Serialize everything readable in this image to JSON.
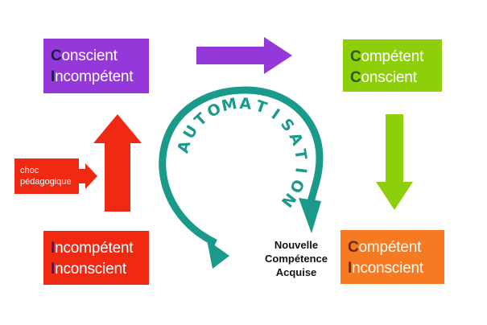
{
  "boxes": {
    "conscient_incompetent": {
      "initial1": "C",
      "rest1": "onscient",
      "initial2": "I",
      "rest2": "ncompétent",
      "color": "#9538d9"
    },
    "competent_conscient": {
      "initial1": "C",
      "rest1": "ompétent",
      "initial2": "C",
      "rest2": "onscient",
      "color": "#8ccf0a"
    },
    "incompetent_inconscient": {
      "initial1": "I",
      "rest1": "ncompétent",
      "initial2": "I",
      "rest2": "nconscient",
      "color": "#f02a12"
    },
    "competent_inconscient": {
      "initial1": "C",
      "rest1": "ompétent",
      "initial2": "I",
      "rest2": "nconscient",
      "color": "#f57a22"
    }
  },
  "choc": {
    "line1": "choc",
    "line2": "pédagogique"
  },
  "acquise": {
    "line1": "Nouvelle",
    "line2": "Compétence",
    "line3": "Acquise"
  },
  "automatisation": {
    "letters": [
      "A",
      "U",
      "T",
      "O",
      "M",
      "A",
      "T",
      "I",
      "S",
      "A",
      "T",
      "I",
      "O",
      "N"
    ],
    "color": "#1a9a8a"
  },
  "arrow_colors": {
    "up": "#f02a12",
    "right": "#9538d9",
    "down": "#8ccf0a",
    "choc": "#f02a12"
  }
}
